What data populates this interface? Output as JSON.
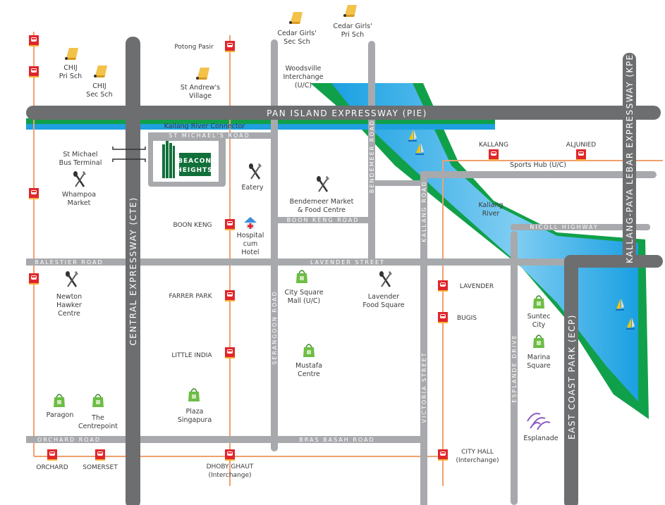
{
  "colors": {
    "expressway": "#6d6e70",
    "road": "#a7a9ac",
    "mrt_line": "#f0a070",
    "river": "#1fa0e0",
    "bank": "#11a04a",
    "station": "#e0262b"
  },
  "expressways": {
    "pie": "PAN ISLAND EXPRESSWAY (PIE)",
    "cte": "CENTRAL EXPRESSWAY (CTE)",
    "kpe": "KALLANG-PAYA LEBAR EXPRESSWAY (KPE)",
    "ecp": "EAST COAST PARK (ECP)"
  },
  "roads": {
    "st_michaels": "ST MICHAEL'S ROAD",
    "boon_keng": "BOON KENG ROAD",
    "balestier": "BALESTIER ROAD",
    "lavender": "LAVENDER STREET",
    "bendemeer": "BENDEMEER ROAD",
    "kallang": "KALLANG ROAD",
    "serangoon": "SERANGOON ROAD",
    "victoria": "VICTORIA STREET",
    "esplanade_drive": "ESPLANDE DRIVE",
    "nicoll": "NICOLL HIGHWAY",
    "orchard": "ORCHARD ROAD",
    "bras_basah": "BRAS BASAH ROAD",
    "kallang_river_connector": "Kallang River Connector"
  },
  "project": {
    "line1": "BEACON",
    "line2": "HEIGHTS"
  },
  "stations": {
    "potong_pasir": "Potong Pasir",
    "boon_keng": "BOON KENG",
    "farrer_park": "FARRER PARK",
    "little_india": "LITTLE INDIA",
    "dhoby_ghaut": [
      "DHOBY GHAUT",
      "(Interchange)"
    ],
    "orchard": "ORCHARD",
    "somerset": "SOMERSET",
    "kallang": "KALLANG",
    "aljunied": "ALJUNIED",
    "sports_hub": "Sports Hub (U/C)",
    "lavender": "LAVENDER",
    "bugis": "BUGIS",
    "city_hall": [
      "CITY HALL",
      "(Interchange)"
    ]
  },
  "places": {
    "cedar_sec": [
      "Cedar Girls'",
      "Sec Sch"
    ],
    "cedar_pri": [
      "Cedar Girls'",
      "Pri Sch"
    ],
    "chij_pri": [
      "CHIJ",
      "Pri Sch"
    ],
    "chij_sec": [
      "CHIJ",
      "Sec Sch"
    ],
    "st_andrews": [
      "St Andrew's",
      "Village"
    ],
    "woodsville": [
      "Woodsville",
      "Interchange",
      "(U/C)"
    ],
    "bus_terminal": [
      "St Michael",
      "Bus Terminal"
    ],
    "whampoa": [
      "Whampoa",
      "Market"
    ],
    "eatery": [
      "Eatery"
    ],
    "bendemeer_market": [
      "Bendemeer Market",
      "& Food Centre"
    ],
    "hospital": [
      "Hospital",
      "cum",
      "Hotel"
    ],
    "kallang_river": [
      "Kallang",
      "River"
    ],
    "newton": [
      "Newton",
      "Hawker",
      "Centre"
    ],
    "city_square": [
      "City Square",
      "Mall (U/C)"
    ],
    "lavender_food": [
      "Lavender",
      "Food Square"
    ],
    "mustafa": [
      "Mustafa",
      "Centre"
    ],
    "suntec": [
      "Suntec",
      "City"
    ],
    "marina_square": [
      "Marina",
      "Square"
    ],
    "paragon": [
      "Paragon"
    ],
    "centrepoint": [
      "The",
      "Centrepoint"
    ],
    "plaza_singapura": [
      "Plaza",
      "Singapura"
    ],
    "esplanade": [
      "Esplanade"
    ]
  }
}
